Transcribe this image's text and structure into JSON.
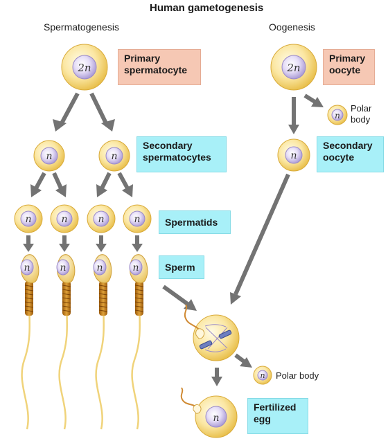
{
  "title": "Human gametogenesis",
  "sections": {
    "spermatogenesis": "Spermatogenesis",
    "oogenesis": "Oogenesis"
  },
  "ploidy": {
    "diploid": "2n",
    "haploid": "n"
  },
  "labels": {
    "primary_spermatocyte_line1": "Primary",
    "primary_spermatocyte_line2": "spermatocyte",
    "secondary_spermatocytes_line1": "Secondary",
    "secondary_spermatocytes_line2": "spermatocytes",
    "spermatids": "Spermatids",
    "sperm": "Sperm",
    "primary_oocyte_line1": "Primary",
    "primary_oocyte_line2": "oocyte",
    "secondary_oocyte_line1": "Secondary",
    "secondary_oocyte_line2": "oocyte",
    "polar_body_1_line1": "Polar",
    "polar_body_1_line2": "body",
    "polar_body_2": "Polar body",
    "fertilized_egg_line1": "Fertilized",
    "fertilized_egg_line2": "egg"
  },
  "colors": {
    "primary_label_bg": "#f6c8b4",
    "secondary_label_bg": "#a8f0f8",
    "cell_outer": "#f5d66a",
    "nucleus": "#cdbfea",
    "arrow": "#737373",
    "midpiece": "#c07a1a"
  }
}
